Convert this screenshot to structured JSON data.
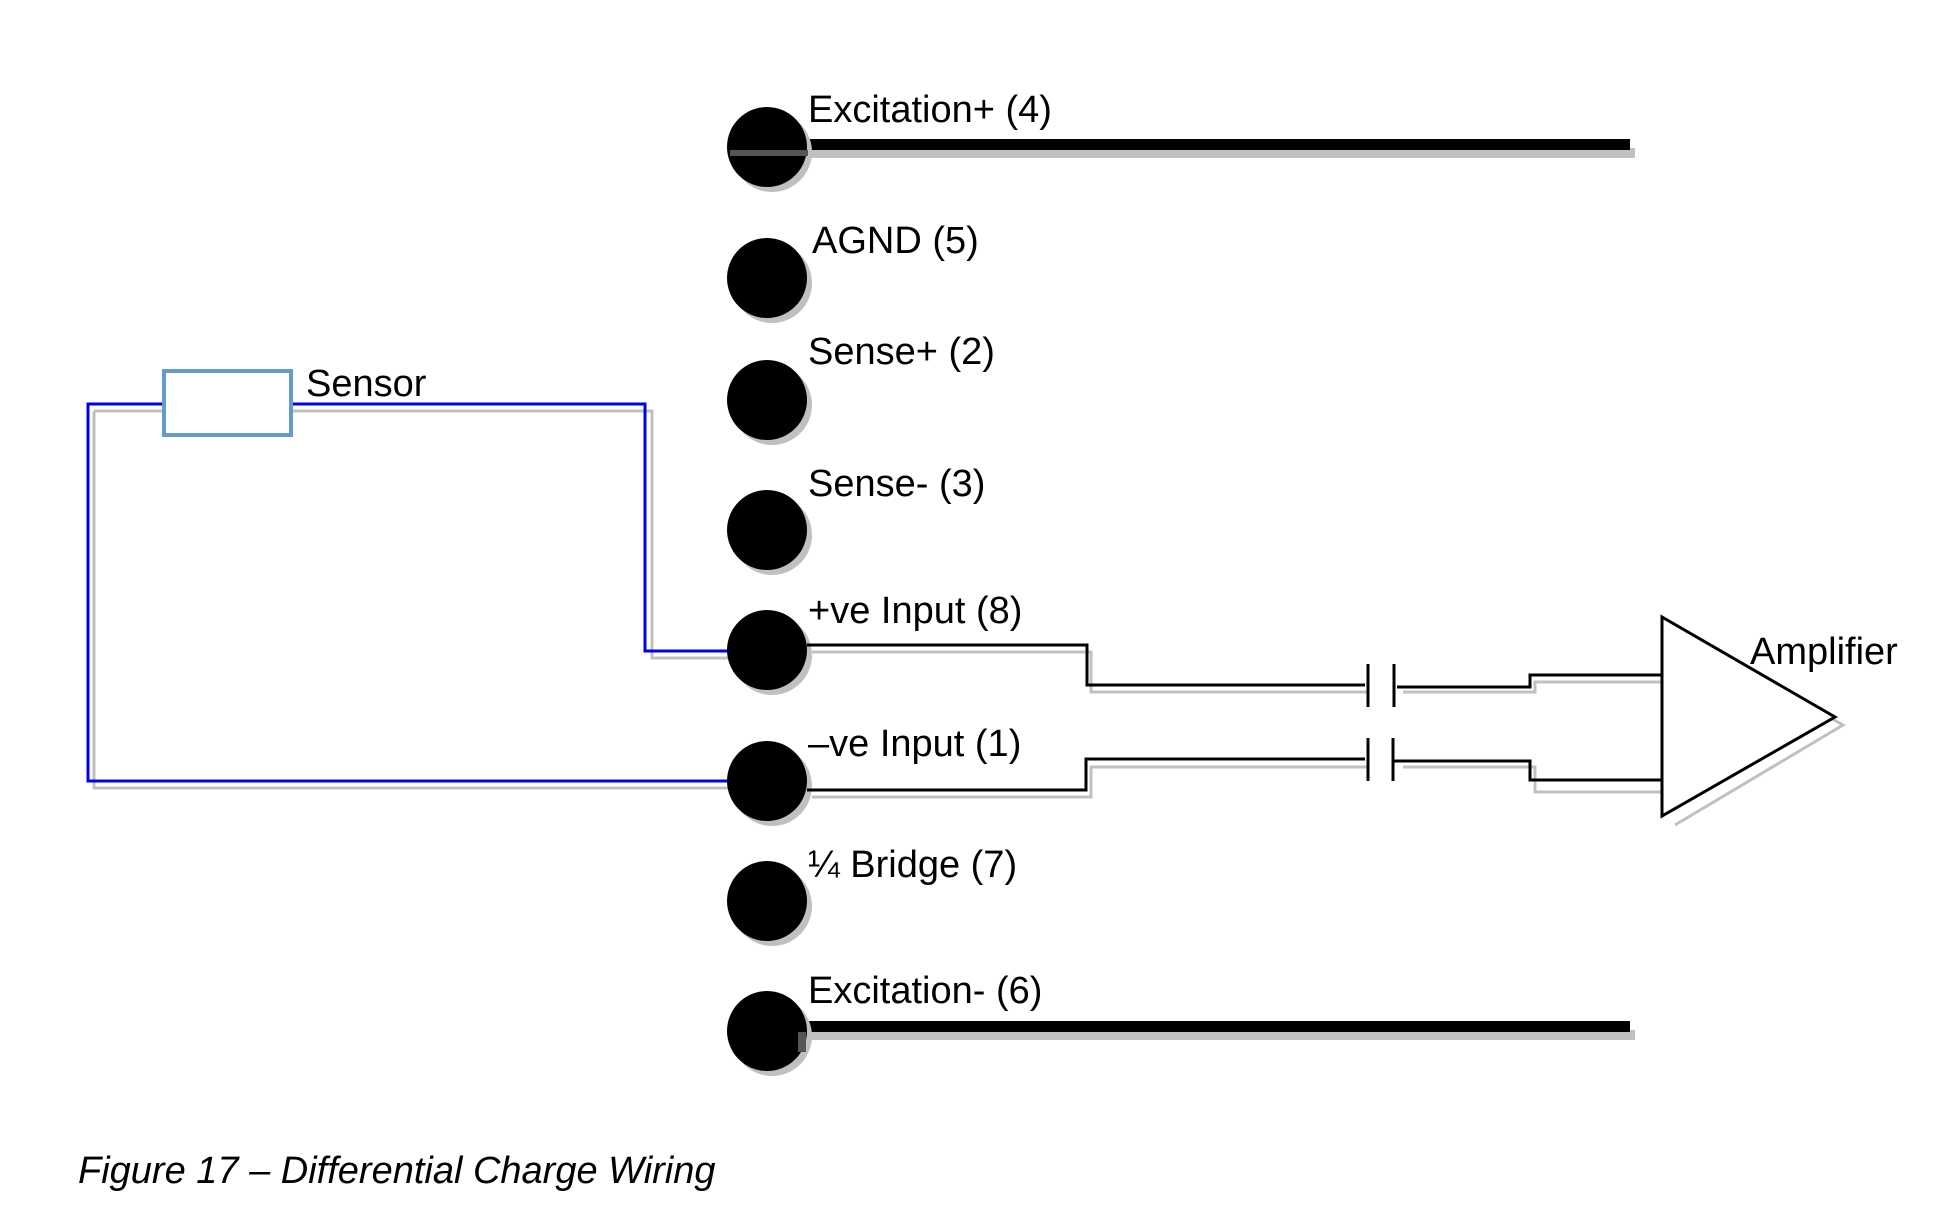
{
  "caption": "Figure 17 – Differential Charge Wiring",
  "sensor": {
    "label": "Sensor"
  },
  "amplifier": {
    "label": "Amplifier"
  },
  "terminals": [
    {
      "label": "Excitation+ (4)",
      "pin": 4,
      "wired": "excitation"
    },
    {
      "label": "AGND (5)",
      "pin": 5,
      "wired": "none"
    },
    {
      "label": "Sense+ (2)",
      "pin": 2,
      "wired": "none"
    },
    {
      "label": "Sense- (3)",
      "pin": 3,
      "wired": "none"
    },
    {
      "label": "+ve Input (8)",
      "pin": 8,
      "wired": "sensor-to-amplifier"
    },
    {
      "label": "–ve Input (1)",
      "pin": 1,
      "wired": "sensor-to-amplifier"
    },
    {
      "label": "¼ Bridge (7)",
      "pin": 7,
      "wired": "none"
    },
    {
      "label": "Excitation- (6)",
      "pin": 6,
      "wired": "excitation"
    }
  ],
  "colors": {
    "sensor_wire": "#0000ee",
    "sensor_box": "#6699cc",
    "wire": "#000000",
    "shadow": "#c0c0c0"
  }
}
